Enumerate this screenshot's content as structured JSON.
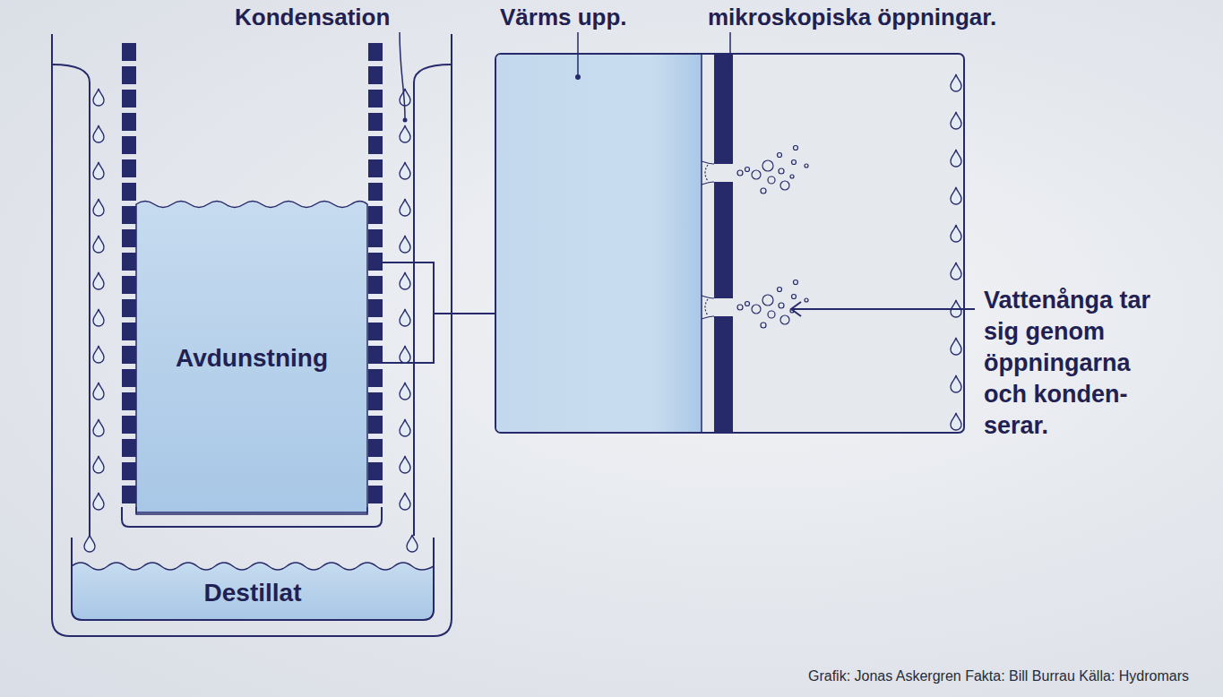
{
  "diagram": {
    "caption": "Grafik: Jonas Askergren Fakta: Bill Burrau Källa: Hydromars",
    "nodes": [
      {
        "text": [
          "Avdunstning"
        ]
      },
      {
        "text": [
          "Destillat"
        ]
      }
    ],
    "labels": [
      "Kondensation",
      "Värms upp.",
      "mikroskopiska öppningar.",
      "Vattenånga tar sig genom öppningarna och konden- serar."
    ]
  }
}
